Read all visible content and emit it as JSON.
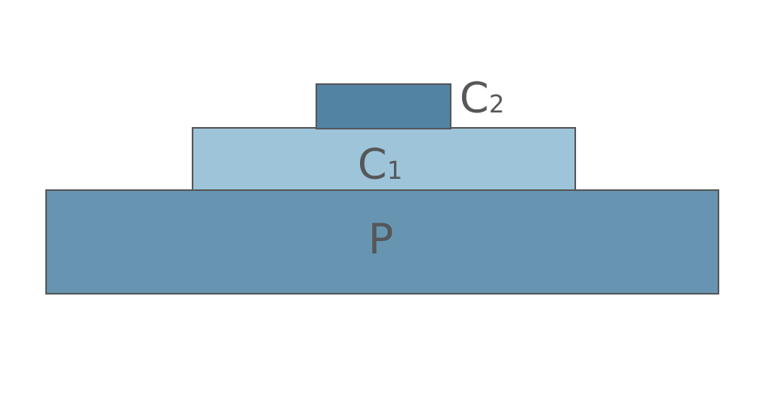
{
  "colors": {
    "P": "#6795b1",
    "C1": "#9ec4da",
    "C2": "#5283a3",
    "text": "#555759",
    "border": "#56595c"
  },
  "layers": {
    "P": {
      "label": "P"
    },
    "C1": {
      "label": "C",
      "subscript": "1"
    },
    "C2": {
      "label": "C",
      "subscript": "2"
    }
  }
}
